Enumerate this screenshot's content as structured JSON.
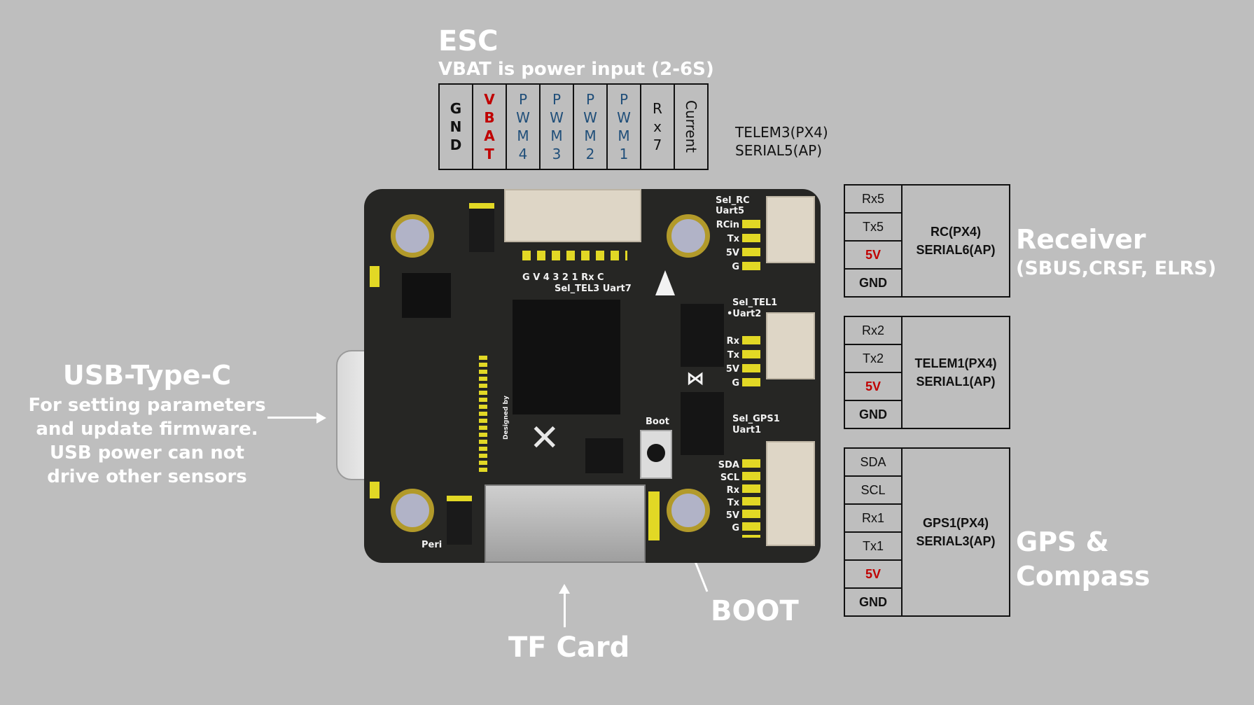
{
  "esc": {
    "title": "ESC",
    "subtitle": "VBAT is power input (2-6S)",
    "pins": [
      {
        "text": "G\nN\nD",
        "style": "gnd"
      },
      {
        "text": "V\nB\nA\nT",
        "style": "vbat"
      },
      {
        "text": "P\nW\nM\n4",
        "style": "pwm"
      },
      {
        "text": "P\nW\nM\n3",
        "style": "pwm"
      },
      {
        "text": "P\nW\nM\n2",
        "style": "pwm"
      },
      {
        "text": "P\nW\nM\n1",
        "style": "pwm"
      },
      {
        "text": "R\nx\n7",
        "style": "rx"
      },
      {
        "text": "Current",
        "style": "cur"
      }
    ],
    "telem3_line1": "TELEM3(PX4)",
    "telem3_line2": "SERIAL5(AP)"
  },
  "ports": {
    "rc": {
      "pins": [
        "Rx5",
        "Tx5",
        "5V",
        "GND"
      ],
      "name_line1": "RC(PX4)",
      "name_line2": "SERIAL6(AP)"
    },
    "telem1": {
      "pins": [
        "Rx2",
        "Tx2",
        "5V",
        "GND"
      ],
      "name_line1": "TELEM1(PX4)",
      "name_line2": "SERIAL1(AP)"
    },
    "gps1": {
      "pins": [
        "SDA",
        "SCL",
        "Rx1",
        "Tx1",
        "5V",
        "GND"
      ],
      "name_line1": "GPS1(PX4)",
      "name_line2": "SERIAL3(AP)"
    }
  },
  "labels": {
    "receiver_title": "Receiver",
    "receiver_sub": "(SBUS,CRSF, ELRS)",
    "gps_title_line1": "GPS &",
    "gps_title_line2": "Compass",
    "usb_title": "USB-Type-C",
    "usb_desc": [
      "For setting parameters",
      "and update firmware.",
      "USB power can not",
      "drive other sensors"
    ],
    "boot": "BOOT",
    "tf_card": "TF Card"
  },
  "silkscreen": {
    "top_pins": "G V 4 3 2 1 Rx C",
    "top_uarts": "Sel_TEL3 Uart7",
    "sel_rc": "Sel_RC",
    "uart5": "Uart5",
    "rc_pins": [
      "RCin",
      "Tx",
      "5V",
      "G"
    ],
    "sel_tel1": "Sel_TEL1",
    "uart2": "•Uart2",
    "tel1_pins": [
      "Rx",
      "Tx",
      "5V",
      "G"
    ],
    "sel_gps1": "Sel_GPS1",
    "uart1": "Uart1",
    "gps_pins": [
      "SDA",
      "SCL",
      "Rx",
      "Tx",
      "5V",
      "G"
    ],
    "boot_silk": "Boot",
    "peri": "Peri",
    "designed_by": "Designed by"
  },
  "colors": {
    "background": "#bebebe",
    "board": "#262624",
    "pad": "#e2d825",
    "red": "#c00000",
    "pwm_blue": "#1f4e79"
  }
}
